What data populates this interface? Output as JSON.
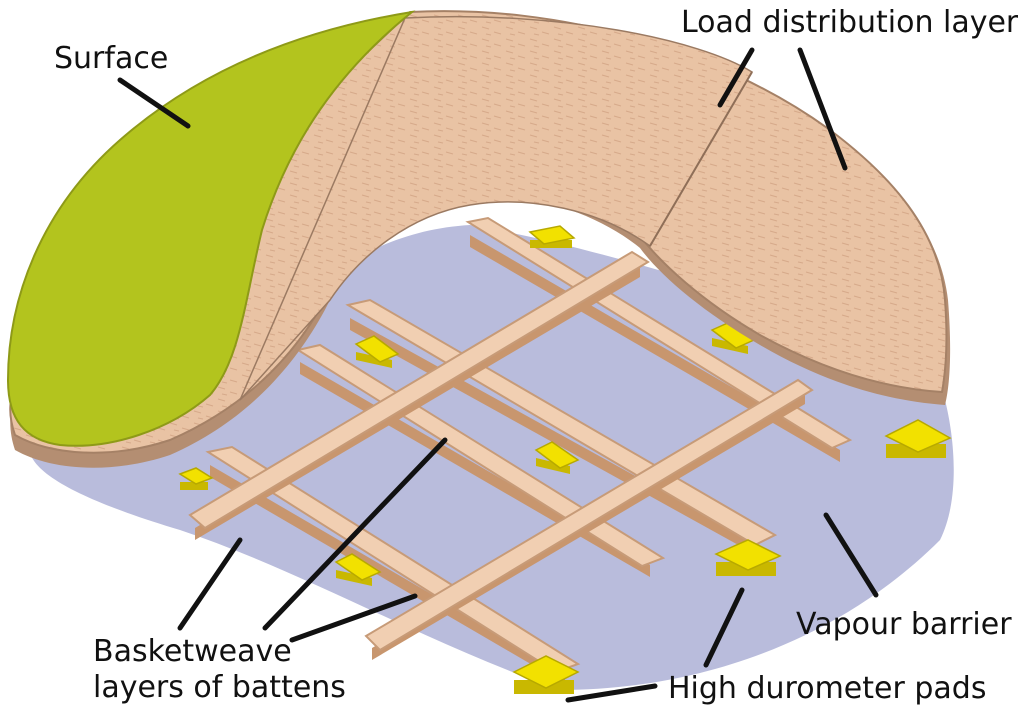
{
  "title": "",
  "colors": {
    "surface": "#b3c41e",
    "load_layers": "#e9c3a4",
    "vapour_barrier": "#b9bcdc",
    "battens": "#f1cfb2",
    "pads": "#f2e100",
    "leader_lines": "#111111"
  },
  "labels": {
    "surface": "Surface",
    "load_distribution": "Load distribution layers",
    "vapour_barrier": "Vapour barrier",
    "high_durometer_pads": "High durometer pads",
    "basketweave_line1": "Basketweave",
    "basketweave_line2": "layers of battens"
  }
}
